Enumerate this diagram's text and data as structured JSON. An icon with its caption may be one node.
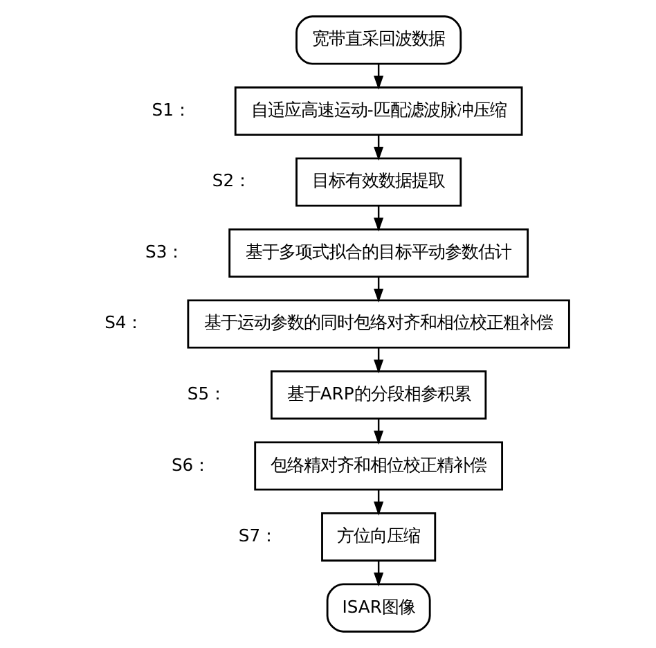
{
  "diagram": {
    "nodes": [
      {
        "text": [
          "宽带直采回波数据"
        ]
      },
      {
        "text": [
          "自适应高速运动-匹配滤波脉冲压缩"
        ],
        "beside": [
          "S1："
        ]
      },
      {
        "text": [
          "目标有效数据提取"
        ],
        "beside": [
          "S2："
        ]
      },
      {
        "text": [
          "基于多项式拟合的目标平动参数估计"
        ],
        "beside": [
          "S3："
        ]
      },
      {
        "text": [
          "基于运动参数的同时包络对齐和相位校正粗补偿"
        ],
        "beside": [
          "S4："
        ]
      },
      {
        "text": [
          "基于ARP的分段相参积累"
        ],
        "beside": [
          "S5："
        ]
      },
      {
        "text": [
          "包络精对齐和相位校正精补偿"
        ],
        "beside": [
          "S6："
        ]
      },
      {
        "text": [
          "方位向压缩"
        ],
        "beside": [
          "S7："
        ]
      },
      {
        "text": [
          "ISAR图像"
        ]
      }
    ],
    "edges": [
      {
        "from": 0,
        "to": 1,
        "arrow": "to"
      },
      {
        "from": 1,
        "to": 2,
        "arrow": "to"
      },
      {
        "from": 2,
        "to": 3,
        "arrow": "to"
      },
      {
        "from": 3,
        "to": 4,
        "arrow": "to"
      },
      {
        "from": 4,
        "to": 5,
        "arrow": "to"
      },
      {
        "from": 5,
        "to": 6,
        "arrow": "to"
      },
      {
        "from": 6,
        "to": 7,
        "arrow": "to"
      },
      {
        "from": 7,
        "to": 8,
        "arrow": "to"
      }
    ]
  }
}
